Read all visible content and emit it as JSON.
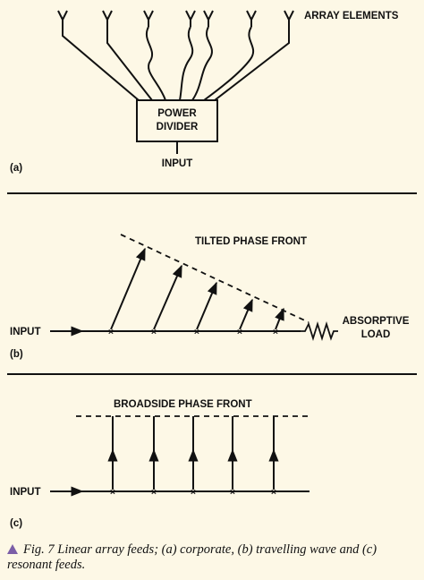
{
  "panel_a": {
    "array_elements_label": "ARRAY ELEMENTS",
    "divider_line1": "POWER",
    "divider_line2": "DIVIDER",
    "input_label": "INPUT",
    "panel_tag": "(a)"
  },
  "panel_b": {
    "phase_front_label": "TILTED PHASE FRONT",
    "input_label": "INPUT",
    "load_line1": "ABSORPTIVE",
    "load_line2": "LOAD",
    "panel_tag": "(b)"
  },
  "panel_c": {
    "phase_front_label": "BROADSIDE PHASE FRONT",
    "input_label": "INPUT",
    "panel_tag": "(c)"
  },
  "caption": {
    "text": "Fig. 7  Linear array feeds; (a) corporate, (b) travelling wave and (c) resonant feeds.",
    "marker_color": "#7b5ea7"
  }
}
